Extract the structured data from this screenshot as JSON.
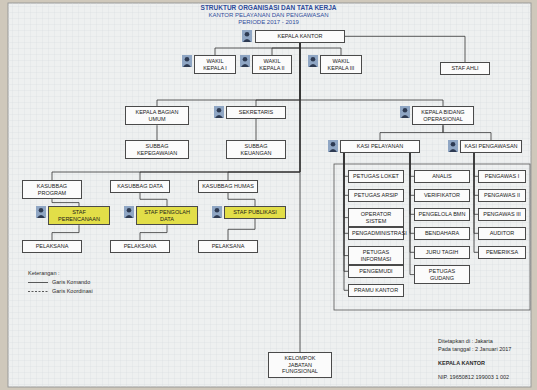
{
  "diagram": {
    "title": "STRUKTUR ORGANISASI DAN TATA KERJA",
    "nodes": [
      {
        "text": [
          "KEPALA KANTOR"
        ]
      },
      {
        "text": [
          "WAKIL KEPALA I"
        ]
      },
      {
        "text": [
          "WAKIL KEPALA II"
        ]
      },
      {
        "text": [
          "WAKIL KEPALA III"
        ]
      },
      {
        "text": [
          "STAF AHLI"
        ]
      },
      {
        "text": [
          "KEPALA BAGIAN UMUM"
        ]
      },
      {
        "text": [
          "SEKRETARIS"
        ]
      },
      {
        "text": [
          "SUBBAG KEPEGAWAIAN"
        ]
      },
      {
        "text": [
          "SUBBAG KEUANGAN"
        ]
      },
      {
        "text": [
          "KEPALA BIDANG OPERASIONAL"
        ]
      },
      {
        "text": [
          "KASI PELAYANAN"
        ]
      },
      {
        "text": [
          "KASI PENGAWASAN"
        ]
      },
      {
        "text": [
          "KASUBBAG PROGRAM"
        ]
      },
      {
        "text": [
          "STAF PERENCANAAN"
        ]
      },
      {
        "text": [
          "PELAKSANA"
        ]
      },
      {
        "text": [
          "KASUBBAG DATA"
        ]
      },
      {
        "text": [
          "STAF PENGOLAH DATA"
        ]
      },
      {
        "text": [
          "PELAKSANA"
        ]
      },
      {
        "text": [
          "KASUBBAG HUMAS"
        ]
      },
      {
        "text": [
          "STAF PUBLIKASI"
        ]
      },
      {
        "text": [
          "PELAKSANA"
        ]
      },
      {
        "text": [
          "PETUGAS LOKET"
        ]
      },
      {
        "text": [
          "PETUGAS ARSIP"
        ]
      },
      {
        "text": [
          "OPERATOR SISTEM"
        ]
      },
      {
        "text": [
          "PENGADMINISTRASI"
        ]
      },
      {
        "text": [
          "PETUGAS INFORMASI"
        ]
      },
      {
        "text": [
          "PENGEMUDI"
        ]
      },
      {
        "text": [
          "PRAMU KANTOR"
        ]
      },
      {
        "text": [
          "ANALIS"
        ]
      },
      {
        "text": [
          "VERIFIKATOR"
        ]
      },
      {
        "text": [
          "PENGELOLA BMN"
        ]
      },
      {
        "text": [
          "BENDAHARA"
        ]
      },
      {
        "text": [
          "JURU TAGIH"
        ]
      },
      {
        "text": [
          "PETUGAS GUDANG"
        ]
      },
      {
        "text": [
          "PENGAWAS I"
        ]
      },
      {
        "text": [
          "PENGAWAS II"
        ]
      },
      {
        "text": [
          "PENGAWAS III"
        ]
      },
      {
        "text": [
          "AUDITOR"
        ]
      },
      {
        "text": [
          "PEMERIKSA"
        ]
      },
      {
        "text": [
          "KELOMPOK JABATAN FUNGSIONAL"
        ]
      }
    ],
    "edges": [
      {
        "from": 0,
        "to": 1,
        "arrow": "none"
      },
      {
        "from": 0,
        "to": 2,
        "arrow": "none"
      },
      {
        "from": 0,
        "to": 3,
        "arrow": "none"
      },
      {
        "from": 0,
        "to": 4,
        "arrow": "none"
      },
      {
        "from": 0,
        "to": 5,
        "arrow": "none"
      },
      {
        "from": 0,
        "to": 6,
        "arrow": "none"
      },
      {
        "from": 0,
        "to": 9,
        "arrow": "none"
      },
      {
        "from": 5,
        "to": 7,
        "arrow": "none"
      },
      {
        "from": 6,
        "to": 8,
        "arrow": "none"
      },
      {
        "from": 9,
        "to": 10,
        "arrow": "none"
      },
      {
        "from": 9,
        "to": 11,
        "arrow": "none"
      },
      {
        "from": 0,
        "to": 12,
        "arrow": "none"
      },
      {
        "from": 0,
        "to": 15,
        "arrow": "none"
      },
      {
        "from": 0,
        "to": 18,
        "arrow": "none"
      },
      {
        "from": 12,
        "to": 13,
        "arrow": "none"
      },
      {
        "from": 13,
        "to": 14,
        "arrow": "none"
      },
      {
        "from": 15,
        "to": 16,
        "arrow": "none"
      },
      {
        "from": 16,
        "to": 17,
        "arrow": "none"
      },
      {
        "from": 18,
        "to": 19,
        "arrow": "none"
      },
      {
        "from": 19,
        "to": 20,
        "arrow": "none"
      },
      {
        "from": 0,
        "to": 39,
        "arrow": "none"
      },
      {
        "from": 10,
        "to": 21,
        "arrow": "none"
      },
      {
        "from": 10,
        "to": 22,
        "arrow": "none"
      },
      {
        "from": 10,
        "to": 23,
        "arrow": "none"
      },
      {
        "from": 10,
        "to": 24,
        "arrow": "none"
      },
      {
        "from": 10,
        "to": 25,
        "arrow": "none"
      },
      {
        "from": 10,
        "to": 26,
        "arrow": "none"
      },
      {
        "from": 10,
        "to": 27,
        "arrow": "none"
      },
      {
        "from": 10,
        "to": 28,
        "arrow": "none"
      },
      {
        "from": 10,
        "to": 29,
        "arrow": "none"
      },
      {
        "from": 10,
        "to": 30,
        "arrow": "none"
      },
      {
        "from": 10,
        "to": 31,
        "arrow": "none"
      },
      {
        "from": 10,
        "to": 32,
        "arrow": "none"
      },
      {
        "from": 10,
        "to": 33,
        "arrow": "none"
      },
      {
        "from": 11,
        "to": 34,
        "arrow": "none"
      },
      {
        "from": 11,
        "to": 35,
        "arrow": "none"
      },
      {
        "from": 11,
        "to": 36,
        "arrow": "none"
      },
      {
        "from": 11,
        "to": 37,
        "arrow": "none"
      },
      {
        "from": 11,
        "to": 38,
        "arrow": "none"
      }
    ],
    "labels": [
      "KANTOR PELAYANAN DAN PENGAWASAN",
      "PERIODE 2017 - 2019",
      "Keterangan :",
      "Garis Komando",
      "Garis Koordinasi",
      "Ditetapkan di : Jakarta",
      "Pada tanggal : 2 Januari 2017",
      "KEPALA KANTOR",
      "NIP. 19650812 199003 1 002"
    ]
  }
}
